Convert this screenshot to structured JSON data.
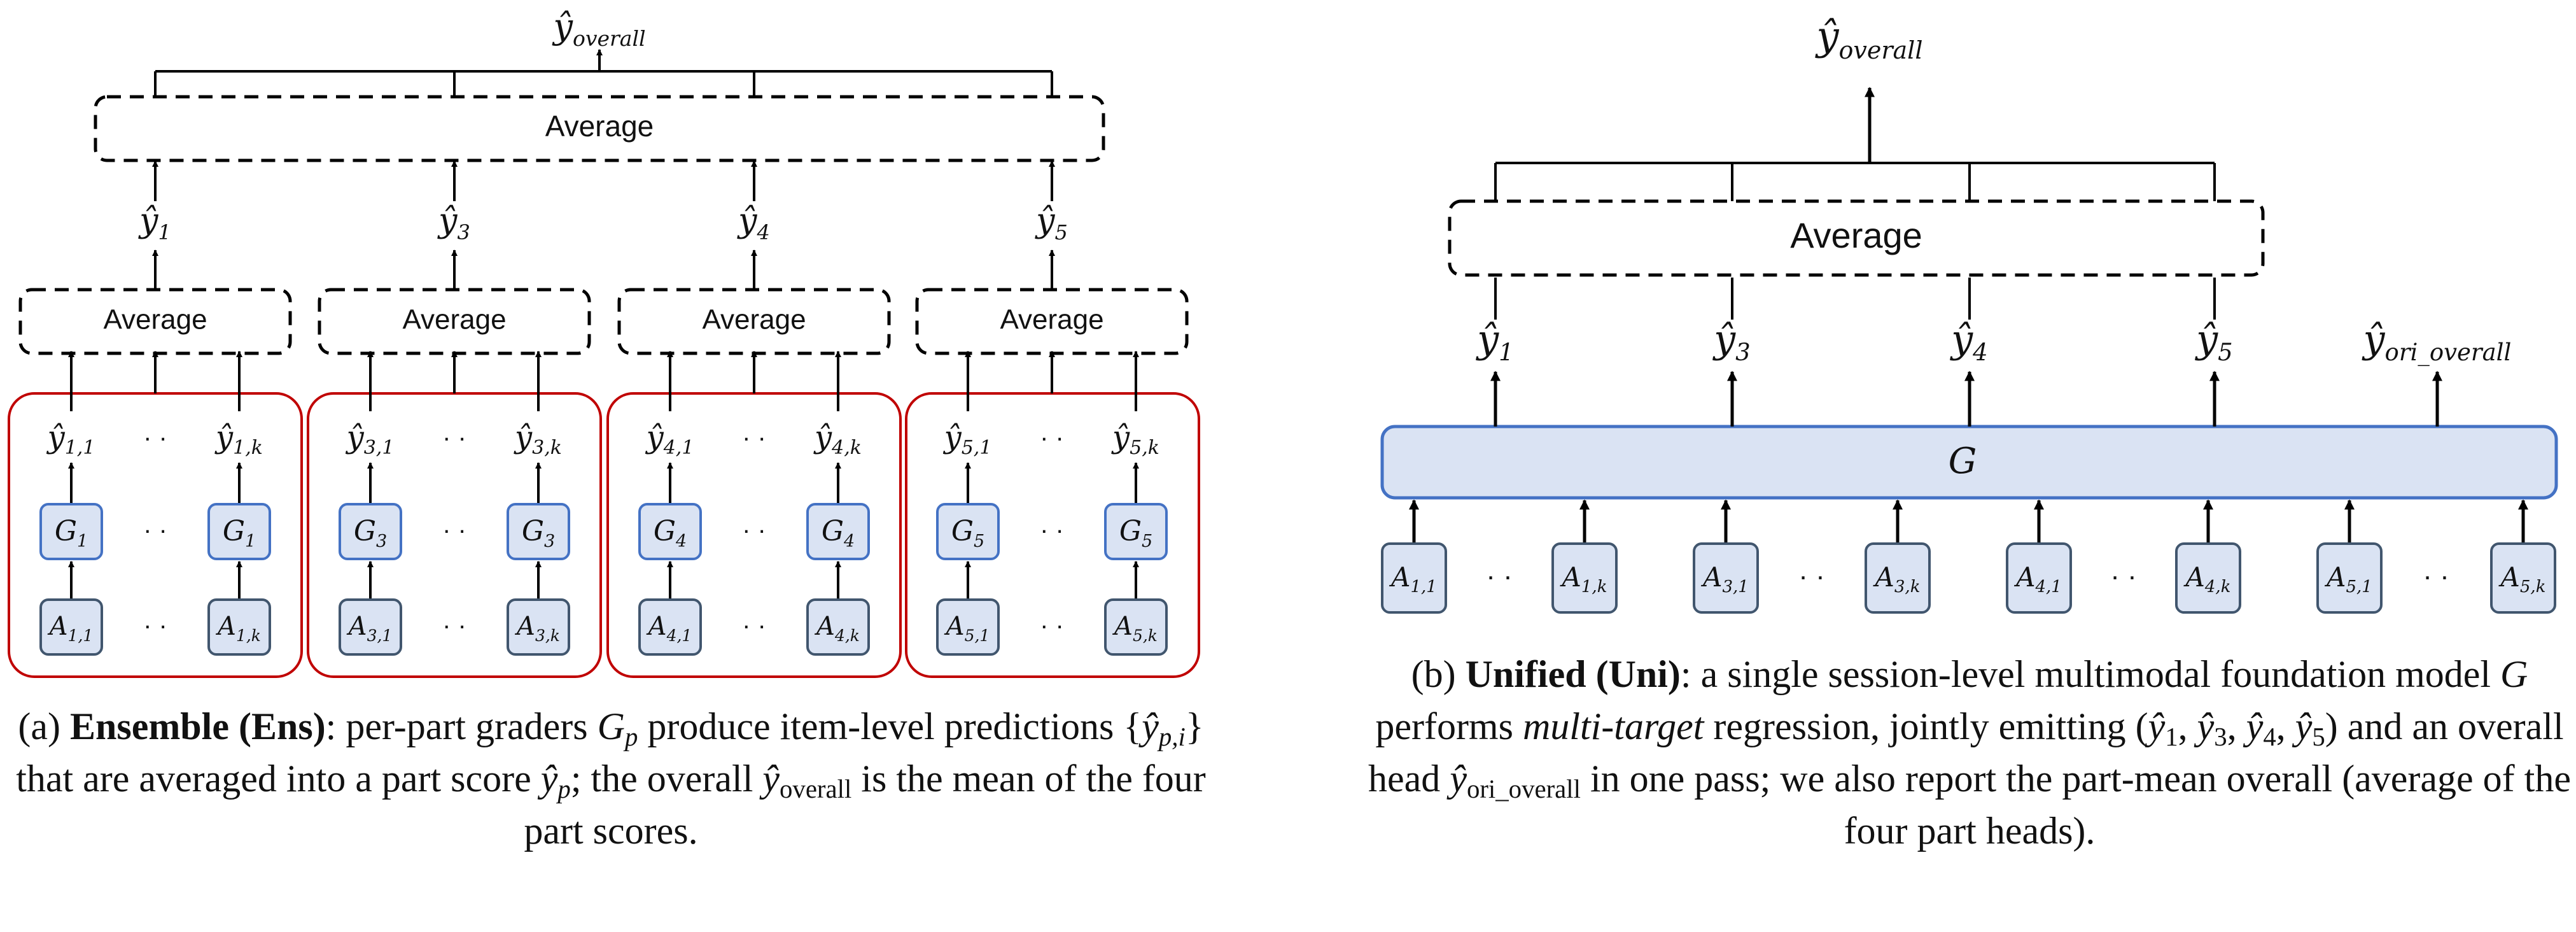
{
  "ensemble": {
    "overall_label": "ŷ",
    "overall_sub": "overall",
    "top_average_label": "Average",
    "groups": [
      {
        "part": "1",
        "average_label": "Average"
      },
      {
        "part": "3",
        "average_label": "Average"
      },
      {
        "part": "4",
        "average_label": "Average"
      },
      {
        "part": "5",
        "average_label": "Average"
      }
    ],
    "ellipsis": "· ·",
    "grader_symbol": "G",
    "input_symbol": "A",
    "pred_symbol": "ŷ",
    "first_index": "1",
    "last_index": "k"
  },
  "unified": {
    "overall_label": "ŷ",
    "overall_sub": "overall",
    "average_label": "Average",
    "parts": [
      "1",
      "3",
      "4",
      "5"
    ],
    "ori_overall_sub": "ori_overall",
    "model_label": "G",
    "ellipsis": "· ·"
  },
  "caption_a": {
    "label": "(a)",
    "name": "Ensemble (Ens)",
    "t1": ": per-part graders ",
    "t2": " produce item-level predictions ",
    "t3": " that are averaged into a part score ",
    "t4": "; the overall ",
    "t5": " is the mean of the four part scores."
  },
  "caption_b": {
    "label": "(b)",
    "name": "Unified (Uni)",
    "t1": ": a single session-level multimodal foundation model ",
    "t2": " performs ",
    "t3": "multi-target",
    "t4": " regression, jointly emitting (",
    "t5": ") and an overall head ",
    "t6": " in one pass; we also report the part-mean overall (average of the four part heads)."
  },
  "colors": {
    "node_fill": "#dae3f3",
    "node_stroke": "#4472c4",
    "input_stroke": "#41566e",
    "group_stroke": "#c00000",
    "line": "#000000"
  }
}
